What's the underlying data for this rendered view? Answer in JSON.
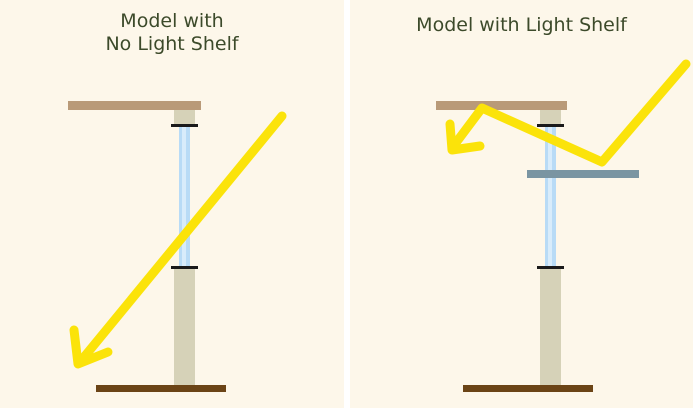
{
  "panels": {
    "left": {
      "title_line1": "Model with",
      "title_line2": "No Light Shelf"
    },
    "right": {
      "title_line1": "Model with Light Shelf"
    }
  },
  "colors": {
    "background": "#fdf7ea",
    "divider": "#ffffff",
    "title_text": "#3c4a2a",
    "ceiling": "#b99a78",
    "floor": "#6b4416",
    "wall": "#d6d2b8",
    "glass": "#b8dbf6",
    "frame": "#1a1a1a",
    "light_shelf": "#7a95a2",
    "sunlight": "#fbe30a"
  }
}
